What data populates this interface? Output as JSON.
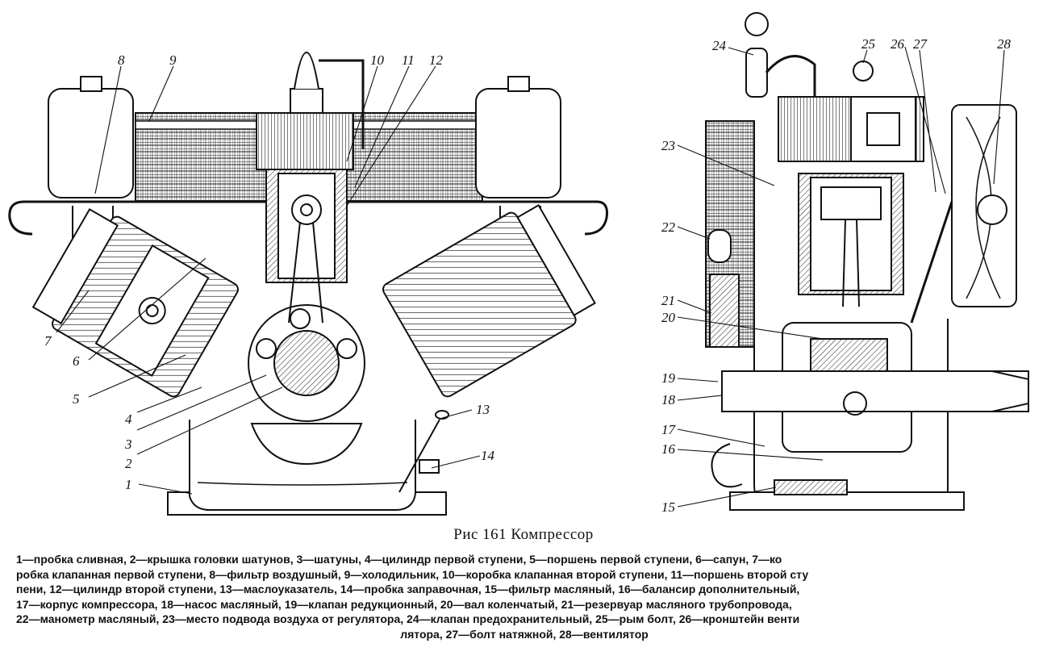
{
  "figure": {
    "left_view_labels": [
      "1",
      "2",
      "3",
      "4",
      "5",
      "6",
      "7",
      "8",
      "9",
      "10",
      "11",
      "12",
      "13",
      "14"
    ],
    "right_view_labels": [
      "15",
      "16",
      "17",
      "18",
      "19",
      "20",
      "21",
      "22",
      "23",
      "24",
      "25",
      "26",
      "27",
      "28"
    ]
  },
  "caption": {
    "title": "Рис 161 Компрессор",
    "legend_lines": [
      "1—пробка сливная, 2—крышка головки шатунов, 3—шатуны, 4—цилиндр первой ступени, 5—поршень первой ступени, 6—сапун, 7—ко",
      "робка клапанная первой ступени, 8—фильтр воздушный, 9—холодильник, 10—коробка клапанная второй ступени, 11—поршень второй сту",
      "пени, 12—цилиндр второй ступени, 13—маслоуказатель, 14—пробка заправочная, 15—фильтр масляный, 16—балансир дополнительный,",
      "17—корпус компрессора, 18—насос масляный, 19—клапан редукционный, 20—вал коленчатый, 21—резервуар масляного трубопровода,",
      "22—манометр масляный, 23—место подвода воздуха от регулятора, 24—клапан предохранительный, 25—рым болт, 26—кронштейн венти",
      "лятора, 27—болт натяжной, 28—вентилятор"
    ]
  }
}
